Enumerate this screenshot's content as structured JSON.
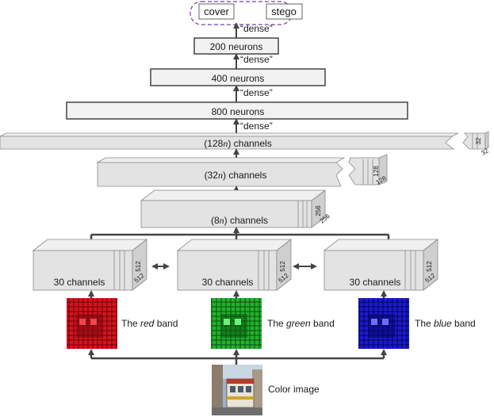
{
  "output": {
    "cover": "cover",
    "stego": "stego"
  },
  "dense": {
    "d1": "“dense”",
    "d2": "“dense”",
    "d3": "“dense”",
    "d4": "“dense”"
  },
  "fc": {
    "n200": "200 neurons",
    "n400": "400 neurons",
    "n800": "800 neurons"
  },
  "conv": {
    "c128": {
      "pre": "(128",
      "var": "n",
      "post": ") channels",
      "w": "32",
      "d": "32"
    },
    "c32": {
      "pre": "(32",
      "var": "n",
      "post": ") channels",
      "w": "128",
      "d": "128"
    },
    "c8": {
      "pre": "(8",
      "var": "n",
      "post": ") channels",
      "w": "256",
      "d": "256"
    }
  },
  "bands": {
    "red": {
      "channels": "30 channels",
      "w": "512",
      "d": "512",
      "pre": "The ",
      "name": "red",
      "post": " band"
    },
    "green": {
      "channels": "30 channels",
      "w": "512",
      "d": "512",
      "pre": "The ",
      "name": "green",
      "post": " band"
    },
    "blue": {
      "channels": "30 channels",
      "w": "512",
      "d": "512",
      "pre": "The ",
      "name": "blue",
      "post": " band"
    }
  },
  "input": {
    "label": "Color image"
  },
  "colors": {
    "box_fill": "#e3e3e3",
    "box_top": "#f0f0f0",
    "box_side": "#cfcfcf",
    "stroke": "#8a8a8a",
    "arrow": "#444444",
    "output_dash": "#7a3fa6",
    "red": "#d4141e",
    "green": "#22b22e",
    "blue": "#1a1ad0"
  }
}
